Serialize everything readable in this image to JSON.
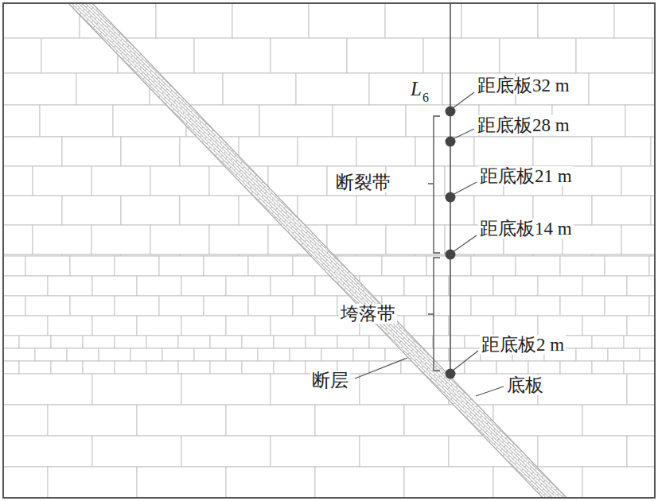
{
  "diagram": {
    "labels": [
      "L",
      "6",
      "距底板32 m",
      "距底板28 m",
      "距底板21 m",
      "距底板14 m",
      "断裂带",
      "垮落带",
      "距底板2 m",
      "断层",
      "底板"
    ]
  }
}
